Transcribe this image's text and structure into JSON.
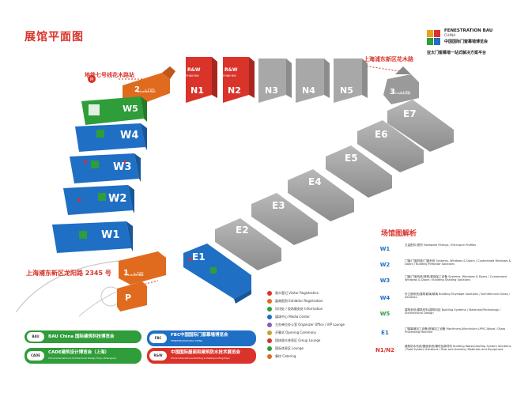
{
  "title": "展馆平面图",
  "brand": {
    "line1": "FENESTRATION BAU",
    "line2": "CHINA",
    "line3": "中国国际门窗幕墙博览会",
    "line4": "亚太门窗幕墙一站式解决方案平台"
  },
  "stations": {
    "metro": "地铁七号线花木路站",
    "maglev": "上海浦东新区花木路"
  },
  "road": "上海浦东新区龙阳路 2345 号",
  "entrances": {
    "e1": {
      "num": "1",
      "cn": "入口厅",
      "en": "Entrance Hall"
    },
    "e2": {
      "num": "2",
      "cn": "入口厅",
      "en": "Entrance Hall"
    },
    "e3": {
      "num": "3",
      "cn": "入口厅",
      "en": "Entrance Hall"
    },
    "parking": "P"
  },
  "halls": {
    "N1": "N1",
    "N2": "N2",
    "N3": "N3",
    "N4": "N4",
    "N5": "N5",
    "W1": "W1",
    "W2": "W2",
    "W3": "W3",
    "W4": "W4",
    "W5": "W5",
    "E1": "E1",
    "E2": "E2",
    "E3": "E3",
    "E4": "E4",
    "E5": "E5",
    "E6": "E6",
    "E7": "E7",
    "rw_label": "R&W",
    "rw_sub": "FHNB·RW"
  },
  "legend": {
    "title": "场馆图解析",
    "rows": [
      {
        "code": "W1",
        "desc": "五金配件/型材 Hardware Fittings / Extrusion Profiles"
      },
      {
        "code": "W2",
        "desc": "门窗/门窗机械/门窗系统 Systems, Windows & Doors / Customised Windows & Doors / Building Fireproof Solutions"
      },
      {
        "code": "W3",
        "desc": "门窗/门窗系统/遮阳/玻璃加工设备 Systems, Windows & Doors / Customised Windows & Doors / Building Shading Solutions"
      },
      {
        "code": "W4",
        "desc": "外立面系统/建筑玻璃/玻璃 Building Envelope Solutions / Architectural Glass / Sealants"
      },
      {
        "code": "W5",
        "desc": "建筑系统/建筑材料/建筑科技 Building Systems / Materials/Technology / Architectural Design"
      },
      {
        "code": "E1",
        "desc": "门窗幕墙加工设备/玻璃加工设备 Machinery/Aluminium-UPVC-Wood / Glass Processing Machine"
      },
      {
        "code": "N1/N2",
        "desc": "建筑防水系统/屋面系统/辅材及原材料 Building Waterproofing System Solutions / Roof System Solutions / Raw and Auxiliary Materials and Equipment"
      }
    ]
  },
  "facilities": [
    {
      "label": "观众登记 Visitor Registration",
      "color": "#d9332a"
    },
    {
      "label": "展商报到 Exhibitor Registration",
      "color": "#e06b1f"
    },
    {
      "label": "问讯处 / 现场服务处 Information",
      "color": "#2f9d3a"
    },
    {
      "label": "媒体中心 Media Center",
      "color": "#1f6fc4"
    },
    {
      "label": "主办单位办公室 Organizer Office / VIP Lounge",
      "color": "#8b5bb5"
    },
    {
      "label": "开幕式 Opening Ceremony",
      "color": "#c8a32a"
    },
    {
      "label": "团体观众休息区 Group Lounge",
      "color": "#d9332a"
    },
    {
      "label": "国际休息区 Lounge",
      "color": "#2f9d3a"
    },
    {
      "label": "餐饮 Catering",
      "color": "#e06b1f"
    }
  ],
  "badges": [
    {
      "logo": "BAU",
      "text": "BAU China 国际建筑科技博览会",
      "color": "#2f9d3a"
    },
    {
      "logo": "CADE",
      "text": "CADE建筑设计博览会（上海）",
      "color": "#2f9d3a"
    },
    {
      "logo": "FBC",
      "text": "FBC中国国际门窗幕墙博览会",
      "color": "#1f6fc4"
    },
    {
      "logo": "R&W",
      "text": "中国国际屋面和建筑防水技术展览会",
      "color": "#d9332a"
    }
  ],
  "badge_subs": {
    "cade": "China International Architectural Design Expo (Shanghai)",
    "fbc": "FENESTRATION BAU CHINA",
    "rw": "China International Roofing & Waterproofing Expo"
  },
  "colors": {
    "red": "#d9332a",
    "orange": "#e06b1f",
    "green": "#2f9d3a",
    "blue": "#1f6fc4",
    "grey": "#9a9a9a"
  }
}
